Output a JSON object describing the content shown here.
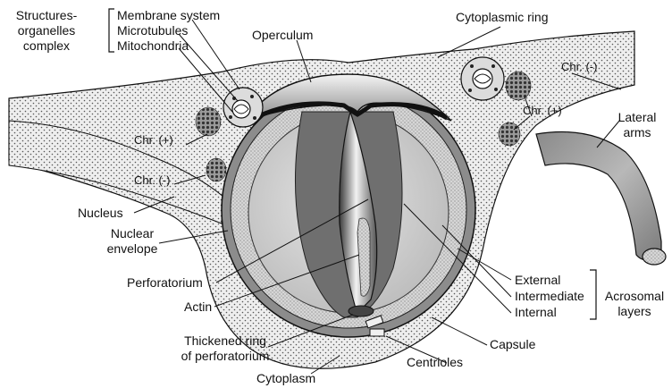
{
  "labels": {
    "structures_organelles_complex": [
      "Structures-",
      "organelles",
      "complex"
    ],
    "membrane_system": "Membrane system",
    "microtubules": "Microtubules",
    "mitochondria": "Mitochondria",
    "operculum": "Operculum",
    "cytoplasmic_ring": "Cytoplasmic ring",
    "chr_plus_left": "Chr. (+)",
    "chr_minus_left": "Chr. (-)",
    "chr_minus_right": "Chr. (-)",
    "chr_plus_right": "Chr. (+)",
    "lateral_arms": [
      "Lateral",
      "arms"
    ],
    "nucleus": "Nucleus",
    "nuclear_envelope": [
      "Nuclear",
      "envelope"
    ],
    "perforatorium": "Perforatorium",
    "actin": "Actin",
    "thickened_ring": [
      "Thickened ring",
      "of perforatorium"
    ],
    "cytoplasm": "Cytoplasm",
    "external": "External",
    "intermediate": "Intermediate",
    "internal": "Internal",
    "acrosomal_layers": [
      "Acrosomal",
      "layers"
    ],
    "capsule": "Capsule",
    "centrioles": "Centrioles"
  },
  "colors": {
    "cytoplasm_fill": "#e8e8e8",
    "capsule_fill": "#9a9a9a",
    "external_layer": "#c4c4c4",
    "inner_fill": "#d9d9d9",
    "dark_chamber": "#6e6e6e",
    "nucleus_fill": "#b5b5b5",
    "outline": "#111111"
  }
}
